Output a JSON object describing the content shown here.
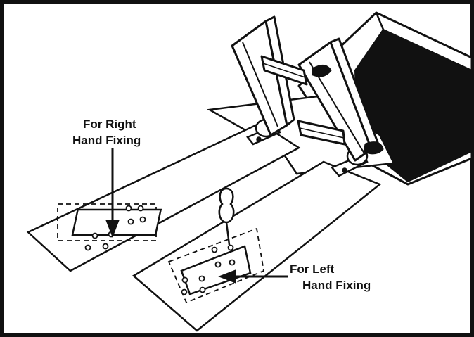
{
  "labels": {
    "right_line1": "For Right",
    "right_line2": "Hand Fixing",
    "left_line1": "For Left",
    "left_line2": "Hand Fixing"
  },
  "colors": {
    "ink": "#111111",
    "paper": "#ffffff"
  }
}
